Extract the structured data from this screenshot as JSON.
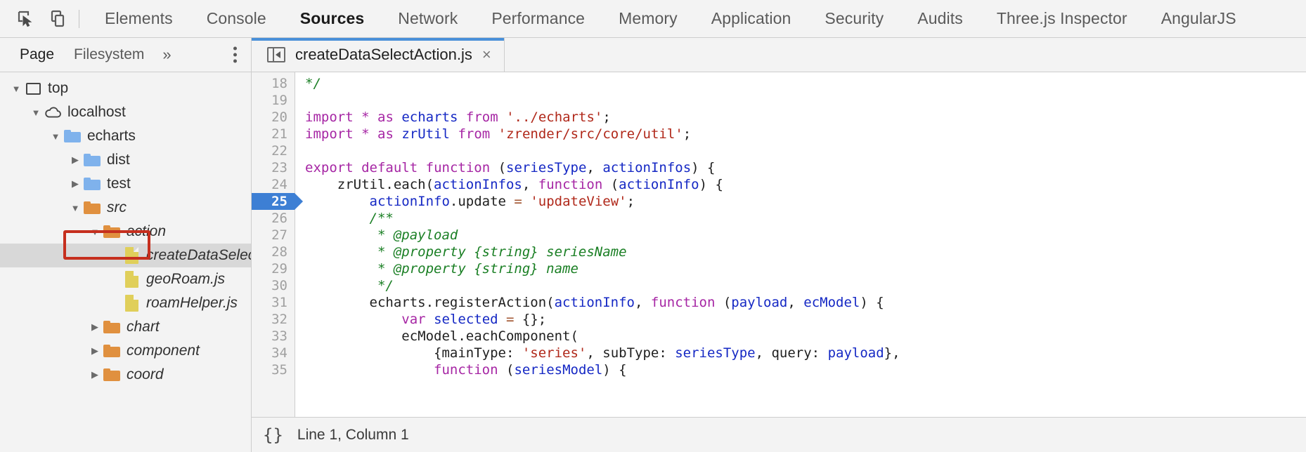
{
  "toolbar": {
    "inspect_icon": "inspect-cursor-icon",
    "device_icon": "device-toolbar-icon",
    "tabs": [
      {
        "label": "Elements",
        "active": false
      },
      {
        "label": "Console",
        "active": false
      },
      {
        "label": "Sources",
        "active": true
      },
      {
        "label": "Network",
        "active": false
      },
      {
        "label": "Performance",
        "active": false
      },
      {
        "label": "Memory",
        "active": false
      },
      {
        "label": "Application",
        "active": false
      },
      {
        "label": "Security",
        "active": false
      },
      {
        "label": "Audits",
        "active": false
      },
      {
        "label": "Three.js Inspector",
        "active": false
      },
      {
        "label": "AngularJS",
        "active": false
      }
    ]
  },
  "sidebar": {
    "tabs": [
      {
        "label": "Page",
        "active": true
      },
      {
        "label": "Filesystem",
        "active": false
      }
    ],
    "more_label": "»",
    "menu_icon": "vertical-dots-icon",
    "tree": [
      {
        "label": "top",
        "depth": 0,
        "icon": "frame",
        "twisty": "open",
        "italic": false,
        "selected": false
      },
      {
        "label": "localhost",
        "depth": 1,
        "icon": "cloud",
        "twisty": "open",
        "italic": false,
        "selected": false
      },
      {
        "label": "echarts",
        "depth": 2,
        "icon": "folder-blue",
        "twisty": "open",
        "italic": false,
        "selected": false
      },
      {
        "label": "dist",
        "depth": 3,
        "icon": "folder-blue",
        "twisty": "closed",
        "italic": false,
        "selected": false
      },
      {
        "label": "test",
        "depth": 3,
        "icon": "folder-blue",
        "twisty": "closed",
        "italic": false,
        "selected": false
      },
      {
        "label": "src",
        "depth": 3,
        "icon": "folder-orange",
        "twisty": "open",
        "italic": true,
        "selected": false,
        "highlight": true
      },
      {
        "label": "action",
        "depth": 4,
        "icon": "folder-orange",
        "twisty": "open",
        "italic": true,
        "selected": false
      },
      {
        "label": "createDataSelectAction.js",
        "depth": 5,
        "icon": "file",
        "twisty": "none",
        "italic": true,
        "selected": true
      },
      {
        "label": "geoRoam.js",
        "depth": 5,
        "icon": "file",
        "twisty": "none",
        "italic": true,
        "selected": false
      },
      {
        "label": "roamHelper.js",
        "depth": 5,
        "icon": "file",
        "twisty": "none",
        "italic": true,
        "selected": false
      },
      {
        "label": "chart",
        "depth": 4,
        "icon": "folder-orange",
        "twisty": "closed",
        "italic": true,
        "selected": false
      },
      {
        "label": "component",
        "depth": 4,
        "icon": "folder-orange",
        "twisty": "closed",
        "italic": true,
        "selected": false
      },
      {
        "label": "coord",
        "depth": 4,
        "icon": "folder-orange",
        "twisty": "closed",
        "italic": true,
        "selected": false
      }
    ]
  },
  "editor": {
    "tab": {
      "title": "createDataSelectAction.js",
      "close_label": "×",
      "nav_icon": "navigator-toggle-icon",
      "active": true
    },
    "execution_line": 25,
    "first_line": 18,
    "lines": [
      {
        "n": 18,
        "tokens": [
          {
            "t": "*/",
            "c": "c"
          }
        ]
      },
      {
        "n": 19,
        "tokens": []
      },
      {
        "n": 20,
        "tokens": [
          {
            "t": "import",
            "c": "k"
          },
          {
            "t": " ",
            "c": "p"
          },
          {
            "t": "*",
            "c": "k"
          },
          {
            "t": " ",
            "c": "p"
          },
          {
            "t": "as",
            "c": "k"
          },
          {
            "t": " ",
            "c": "p"
          },
          {
            "t": "echarts",
            "c": "v"
          },
          {
            "t": " ",
            "c": "p"
          },
          {
            "t": "from",
            "c": "k"
          },
          {
            "t": " ",
            "c": "p"
          },
          {
            "t": "'../echarts'",
            "c": "s"
          },
          {
            "t": ";",
            "c": "p"
          }
        ]
      },
      {
        "n": 21,
        "tokens": [
          {
            "t": "import",
            "c": "k"
          },
          {
            "t": " ",
            "c": "p"
          },
          {
            "t": "*",
            "c": "k"
          },
          {
            "t": " ",
            "c": "p"
          },
          {
            "t": "as",
            "c": "k"
          },
          {
            "t": " ",
            "c": "p"
          },
          {
            "t": "zrUtil",
            "c": "v"
          },
          {
            "t": " ",
            "c": "p"
          },
          {
            "t": "from",
            "c": "k"
          },
          {
            "t": " ",
            "c": "p"
          },
          {
            "t": "'zrender/src/core/util'",
            "c": "s"
          },
          {
            "t": ";",
            "c": "p"
          }
        ]
      },
      {
        "n": 22,
        "tokens": []
      },
      {
        "n": 23,
        "tokens": [
          {
            "t": "export",
            "c": "k"
          },
          {
            "t": " ",
            "c": "p"
          },
          {
            "t": "default",
            "c": "k"
          },
          {
            "t": " ",
            "c": "p"
          },
          {
            "t": "function",
            "c": "k"
          },
          {
            "t": " (",
            "c": "p"
          },
          {
            "t": "seriesType",
            "c": "v"
          },
          {
            "t": ", ",
            "c": "p"
          },
          {
            "t": "actionInfos",
            "c": "v"
          },
          {
            "t": ") {",
            "c": "p"
          }
        ]
      },
      {
        "n": 24,
        "tokens": [
          {
            "t": "    zrUtil.each(",
            "c": "p"
          },
          {
            "t": "actionInfos",
            "c": "v"
          },
          {
            "t": ", ",
            "c": "p"
          },
          {
            "t": "function",
            "c": "k"
          },
          {
            "t": " (",
            "c": "p"
          },
          {
            "t": "actionInfo",
            "c": "v"
          },
          {
            "t": ") {",
            "c": "p"
          }
        ]
      },
      {
        "n": 25,
        "tokens": [
          {
            "t": "        ",
            "c": "p"
          },
          {
            "t": "actionInfo",
            "c": "v"
          },
          {
            "t": ".update ",
            "c": "p"
          },
          {
            "t": "=",
            "c": "o"
          },
          {
            "t": " ",
            "c": "p"
          },
          {
            "t": "'updateView'",
            "c": "s"
          },
          {
            "t": ";",
            "c": "p"
          }
        ]
      },
      {
        "n": 26,
        "tokens": [
          {
            "t": "        /**",
            "c": "c"
          }
        ]
      },
      {
        "n": 27,
        "tokens": [
          {
            "t": "         * @payload",
            "c": "c"
          }
        ]
      },
      {
        "n": 28,
        "tokens": [
          {
            "t": "         * @property {string} seriesName",
            "c": "c"
          }
        ]
      },
      {
        "n": 29,
        "tokens": [
          {
            "t": "         * @property {string} name",
            "c": "c"
          }
        ]
      },
      {
        "n": 30,
        "tokens": [
          {
            "t": "         */",
            "c": "c"
          }
        ]
      },
      {
        "n": 31,
        "tokens": [
          {
            "t": "        echarts.registerAction(",
            "c": "p"
          },
          {
            "t": "actionInfo",
            "c": "v"
          },
          {
            "t": ", ",
            "c": "p"
          },
          {
            "t": "function",
            "c": "k"
          },
          {
            "t": " (",
            "c": "p"
          },
          {
            "t": "payload",
            "c": "v"
          },
          {
            "t": ", ",
            "c": "p"
          },
          {
            "t": "ecModel",
            "c": "v"
          },
          {
            "t": ") {",
            "c": "p"
          }
        ]
      },
      {
        "n": 32,
        "tokens": [
          {
            "t": "            ",
            "c": "p"
          },
          {
            "t": "var",
            "c": "k"
          },
          {
            "t": " ",
            "c": "p"
          },
          {
            "t": "selected",
            "c": "v"
          },
          {
            "t": " ",
            "c": "p"
          },
          {
            "t": "=",
            "c": "o"
          },
          {
            "t": " {};",
            "c": "p"
          }
        ]
      },
      {
        "n": 33,
        "tokens": [
          {
            "t": "            ecModel.eachComponent(",
            "c": "p"
          }
        ]
      },
      {
        "n": 34,
        "tokens": [
          {
            "t": "                {mainType: ",
            "c": "p"
          },
          {
            "t": "'series'",
            "c": "s"
          },
          {
            "t": ", subType: ",
            "c": "p"
          },
          {
            "t": "seriesType",
            "c": "v"
          },
          {
            "t": ", query: ",
            "c": "p"
          },
          {
            "t": "payload",
            "c": "v"
          },
          {
            "t": "},",
            "c": "p"
          }
        ]
      },
      {
        "n": 35,
        "tokens": [
          {
            "t": "                ",
            "c": "p"
          },
          {
            "t": "function",
            "c": "k"
          },
          {
            "t": " (",
            "c": "p"
          },
          {
            "t": "seriesModel",
            "c": "v"
          },
          {
            "t": ") {",
            "c": "p"
          }
        ]
      }
    ]
  },
  "statusbar": {
    "format_icon": "{}",
    "position": "Line 1, Column 1"
  },
  "colors": {
    "accent": "#4a90d9",
    "highlight_box": "#c62f1e",
    "exec_line": "#3d7fd4",
    "folder_blue": "#7fb2ec",
    "folder_orange": "#e0903f",
    "file_yellow": "#e0cf5a"
  }
}
